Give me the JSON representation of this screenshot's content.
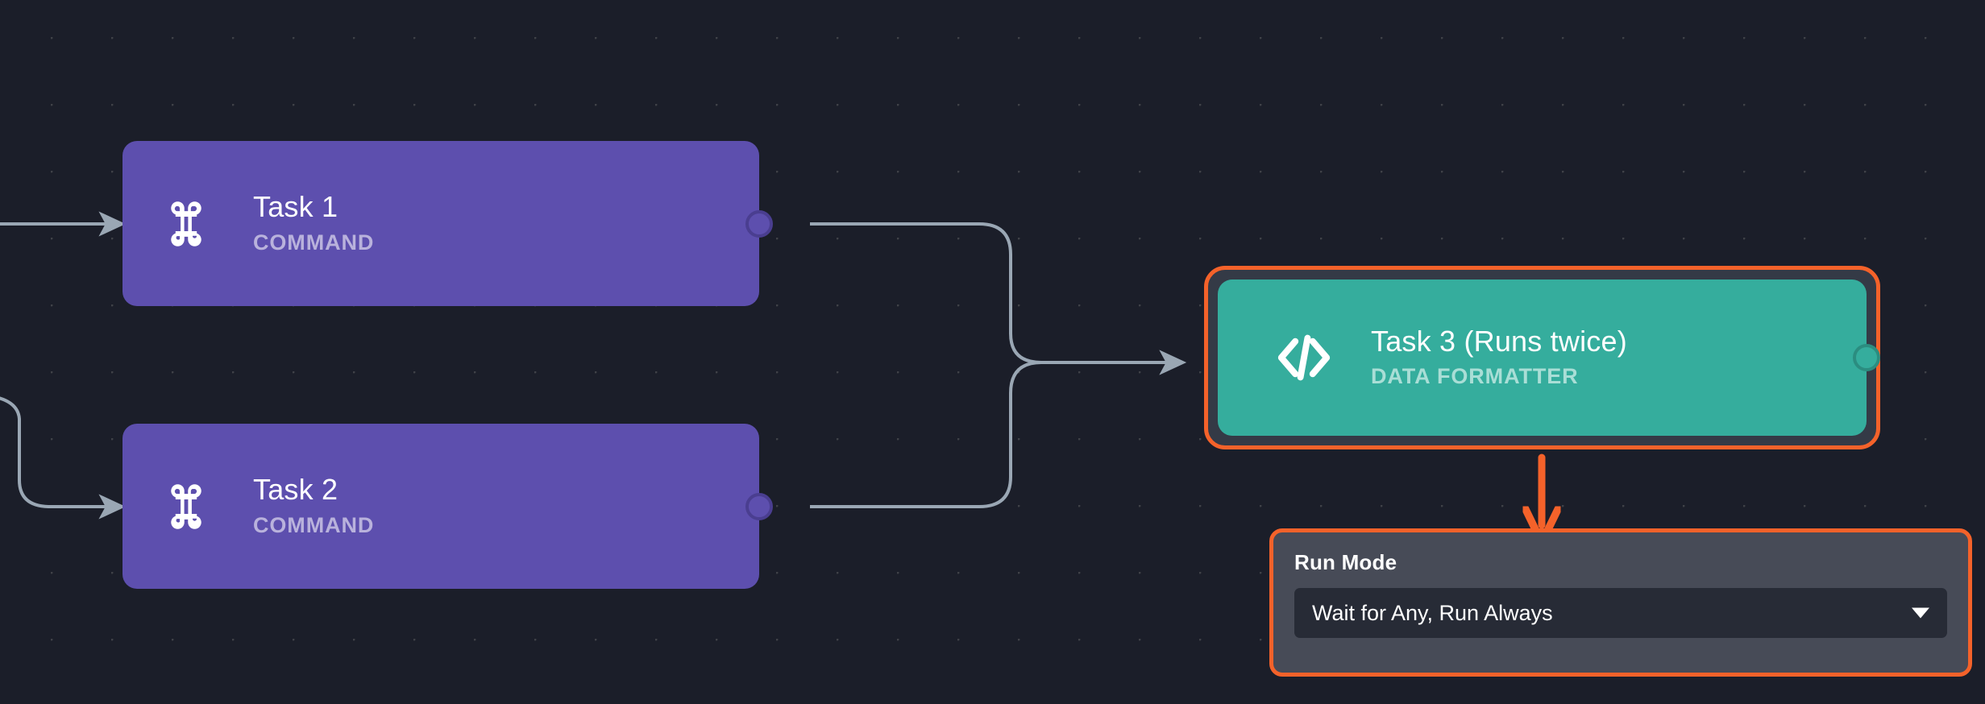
{
  "canvas": {
    "background_color": "#1b1e29",
    "grid": "dot-grid"
  },
  "nodes": [
    {
      "id": "task-1",
      "title": "Task 1",
      "subtitle": "COMMAND",
      "icon": "command-icon",
      "color": "#5d4fae",
      "selected": false
    },
    {
      "id": "task-2",
      "title": "Task 2",
      "subtitle": "COMMAND",
      "icon": "command-icon",
      "color": "#5d4fae",
      "selected": false
    },
    {
      "id": "task-3",
      "title": "Task 3 (Runs twice)",
      "subtitle": "DATA FORMATTER",
      "icon": "code-brackets-icon",
      "color": "#35ad9d",
      "selection_color": "#f4622a",
      "selected": true
    }
  ],
  "panel": {
    "label": "Run Mode",
    "select": {
      "value": "Wait for Any, Run Always",
      "caret": "chevron-down-icon"
    },
    "border_color": "#f4622a"
  },
  "edges": {
    "line_color": "#9aa7b4",
    "highlight_color": "#f4622a"
  }
}
